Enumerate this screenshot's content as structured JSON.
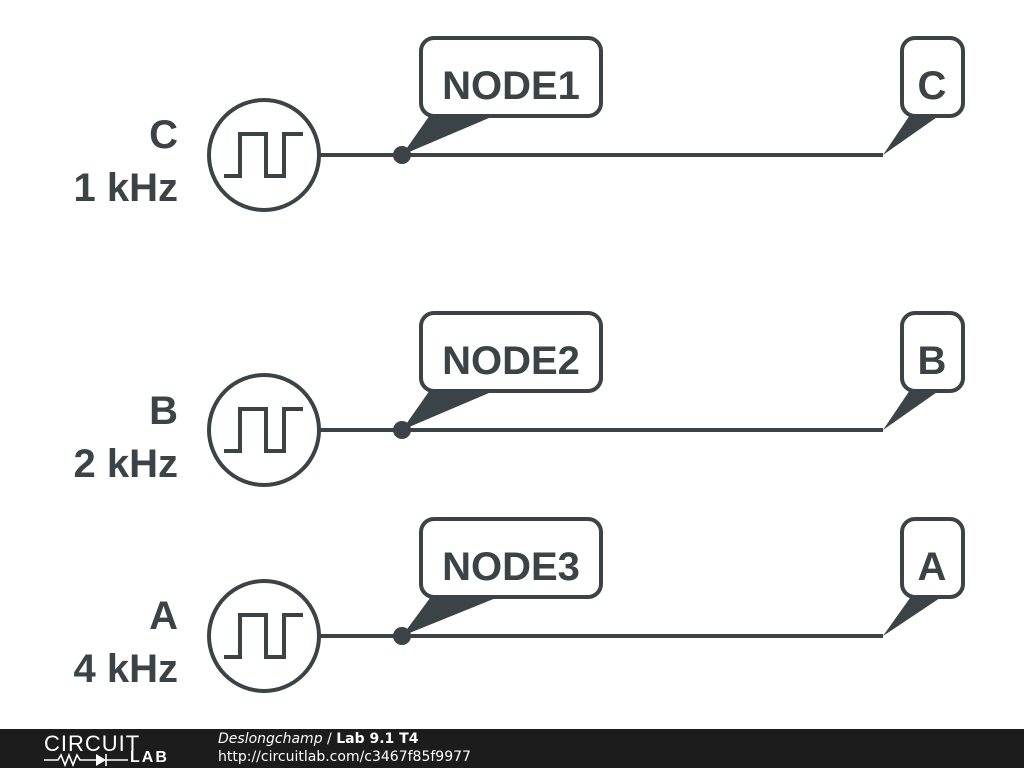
{
  "colors": {
    "ink": "#3b4347",
    "footer_bg": "#1c1c1c",
    "footer_text": "#ffffff"
  },
  "sources": [
    {
      "name": "C",
      "freq": "1 kHz"
    },
    {
      "name": "B",
      "freq": "2 kHz"
    },
    {
      "name": "A",
      "freq": "4 kHz"
    }
  ],
  "nets": [
    {
      "left_label": "NODE1",
      "right_label": "C"
    },
    {
      "left_label": "NODE2",
      "right_label": "B"
    },
    {
      "left_label": "NODE3",
      "right_label": "A"
    }
  ],
  "footer": {
    "logo_top": "CIRCUIT",
    "logo_bottom": "LAB",
    "author": "Deslongchamp",
    "separator": " / ",
    "title": "Lab 9.1 T4",
    "url": "http://circuitlab.com/c3467f85f9977"
  }
}
